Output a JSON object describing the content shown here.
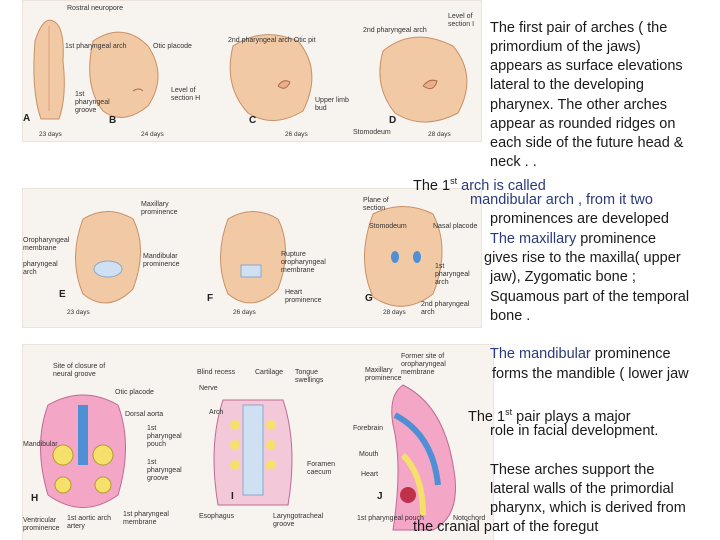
{
  "panel_top": {
    "labels": {
      "rostral_neuropore": "Rostral neuropore",
      "first_arch": "1st pharyngeal arch",
      "otic_placode": "Otic placode",
      "second_arch_otic_pit": "2nd pharyngeal arch   Otic pit",
      "second_arch_d": "2nd pharyngeal arch",
      "level_section_i": "Level of section I",
      "groove": "1st pharyngeal groove",
      "level_section_h": "Level of section H",
      "upper_limb": "Upper limb bud",
      "stomodeum": "Stomodeum"
    },
    "letters": {
      "a": "A",
      "b": "B",
      "c": "C",
      "d": "D"
    },
    "days": {
      "a": "23 days",
      "b": "24 days",
      "c": "26 days",
      "d": "28 days"
    }
  },
  "panel_mid": {
    "labels": {
      "maxillary": "Maxillary prominence",
      "mandibular": "Mandibular prominence",
      "rupture": "Rupture oropharyngeal membrane",
      "heart": "Heart prominence",
      "plane_section": "Plane of section",
      "stomodeum": "Stomodeum",
      "nasal_placode": "Nasal placode",
      "first_arch": "1st pharyngeal arch",
      "second_arch": "2nd pharyngeal arch",
      "oropharyngeal": "Oropharyngeal membrane",
      "pharyngeal_arch": "pharyngeal arch"
    },
    "letters": {
      "e": "E",
      "f": "F",
      "g": "G"
    },
    "days": {
      "e": "23 days",
      "f": "26 days",
      "g": "28 days"
    }
  },
  "panel_bottom": {
    "labels": {
      "site_closure": "Site of closure of neural groove",
      "otic_placode": "Otic placode",
      "dorsal_aorta": "Dorsal aorta",
      "first_pouch": "1st pharyngeal pouch",
      "first_groove": "1st pharyngeal groove",
      "first_membrane": "1st pharyngeal membrane",
      "first_aortic": "1st aortic arch artery",
      "ventricular": "Ventricular prominence",
      "mandibular": "Mandibular",
      "blind_recess": "Blind recess",
      "cartilage": "Cartilage",
      "tongue": "Tongue swellings",
      "nerve": "Nerve",
      "arch": "Arch",
      "foramen": "Foramen caecum",
      "esophagus": "Esophagus",
      "laryngotracheal": "Laryngotracheal groove",
      "former_site": "Former site of oropharyngeal membrane",
      "maxillary": "Maxillary prominence",
      "forebrain": "Forebrain",
      "mouth": "Mouth",
      "heart": "Heart",
      "notochord": "Notochord",
      "first_pouch_j": "1st pharyngeal pouch"
    },
    "letters": {
      "h": "H",
      "i": "I",
      "j": "J"
    }
  },
  "text": {
    "p1": [
      "The first pair of arches ( the",
      "primordium of the jaws)",
      "appears as surface elevations",
      "lateral to the developing",
      "pharynex. The other arches",
      "appear as rounded ridges on",
      "each side of the future head &",
      "neck .  ."
    ],
    "p2_pre": "The 1",
    "p2_sup": "st",
    "p2_post": " arch is called",
    "p3": [
      "mandibular arch , from it two",
      "prominences are developed"
    ],
    "p4a": "The maxillary",
    "p4b": " prominence",
    "p5": [
      "gives rise to the maxilla( upper",
      "jaw), Zygomatic bone ;",
      "Squamous part of the temporal",
      "bone ."
    ],
    "p6a": "The mandibular",
    "p6b": " prominence",
    "p7": "forms the mandible ( lower jaw",
    "p8_pre": "The 1",
    "p8_sup": "st",
    "p8_post": " pair plays a major",
    "p9": "role in facial development.",
    "p10": [
      "These arches support the",
      "lateral walls of the primordial",
      "pharynx, which is derived from",
      "the cranial part of the foregut"
    ]
  },
  "colors": {
    "embryo": "#f1c9a4",
    "embryo_stroke": "#c99066",
    "pink": "#f3a6c5",
    "blue": "#4f8fd6",
    "yellow": "#f4e06a",
    "text": "#1a1a1a"
  }
}
